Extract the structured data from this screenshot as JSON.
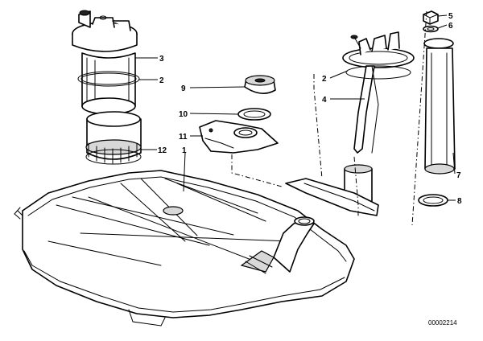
{
  "callouts": [
    {
      "id": "c-3",
      "text": "3"
    },
    {
      "id": "c-2a",
      "text": "2"
    },
    {
      "id": "c-12",
      "text": "12"
    },
    {
      "id": "c-9",
      "text": "9"
    },
    {
      "id": "c-10",
      "text": "10"
    },
    {
      "id": "c-11",
      "text": "11"
    },
    {
      "id": "c-1",
      "text": "1"
    },
    {
      "id": "c-2b",
      "text": "2"
    },
    {
      "id": "c-4",
      "text": "4"
    },
    {
      "id": "c-5",
      "text": "5"
    },
    {
      "id": "c-6",
      "text": "6"
    },
    {
      "id": "c-7",
      "text": "7"
    },
    {
      "id": "c-8",
      "text": "8"
    }
  ],
  "reference_number": "00002214"
}
